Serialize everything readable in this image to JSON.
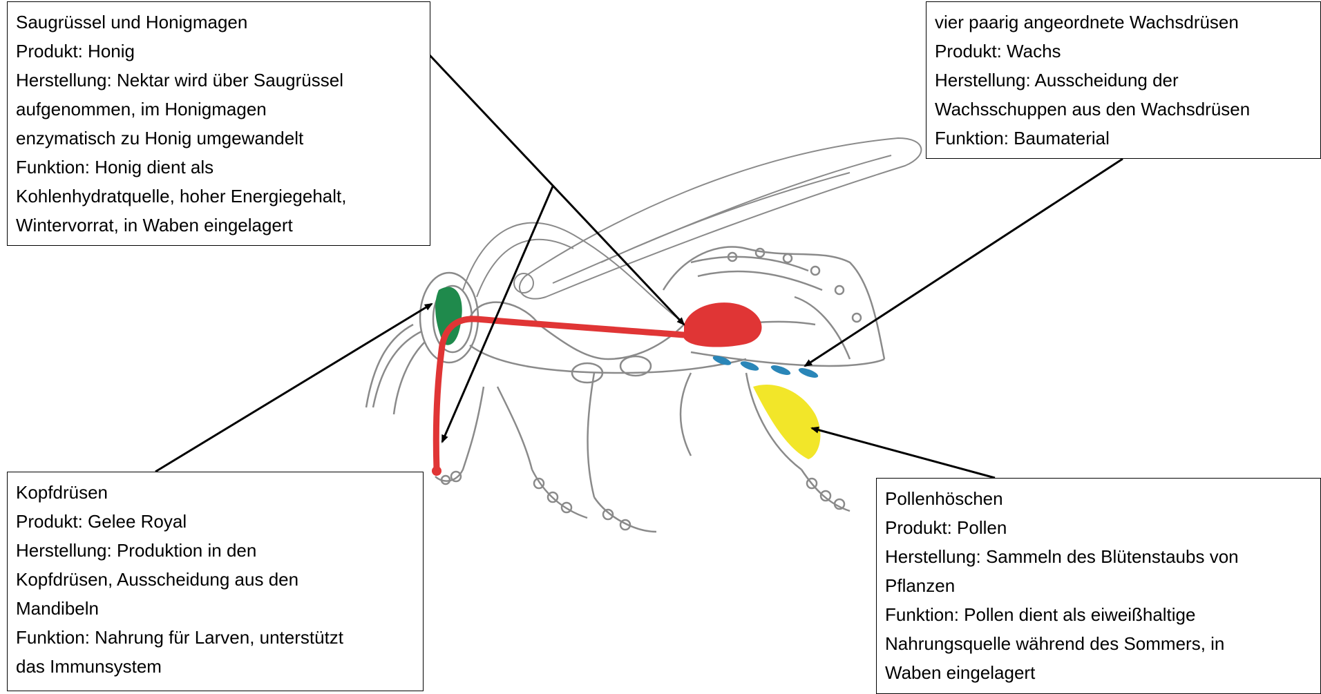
{
  "labels": {
    "honig": {
      "lines": [
        "Saugrüssel und Honigmagen",
        "Produkt: Honig",
        "Herstellung: Nektar wird über Saugrüssel",
        "aufgenommen, im Honigmagen",
        "enzymatisch zu Honig umgewandelt",
        "Funktion: Honig dient als",
        "Kohlenhydratquelle, hoher Energiegehalt,",
        "Wintervorrat, in Waben eingelagert"
      ]
    },
    "wachs": {
      "lines": [
        "vier paarig angeordnete Wachsdrüsen",
        "Produkt: Wachs",
        "Herstellung: Ausscheidung der",
        "Wachsschuppen aus den Wachsdrüsen",
        "Funktion: Baumaterial"
      ]
    },
    "gelee": {
      "lines": [
        "Kopfdrüsen",
        "Produkt: Gelee Royal",
        "Herstellung: Produktion in den",
        "Kopfdrüsen, Ausscheidung aus den",
        "Mandibeln",
        "Funktion: Nahrung für Larven, unterstützt",
        "das Immunsystem"
      ]
    },
    "pollen": {
      "lines": [
        "Pollenhöschen",
        "Produkt: Pollen",
        "Herstellung: Sammeln des Blütenstaubs von",
        "Pflanzen",
        "Funktion: Pollen dient als eiweißhaltige",
        "Nahrungsquelle während des Sommers, in",
        "Waben eingelagert"
      ]
    }
  },
  "colors": {
    "head_gland": "#1f8a4c",
    "honey_stomach": "#e03535",
    "wax_glands": "#2a86b8",
    "pollen_basket": "#f2e629",
    "outline": "#8a8a8a",
    "arrow": "#000000"
  }
}
